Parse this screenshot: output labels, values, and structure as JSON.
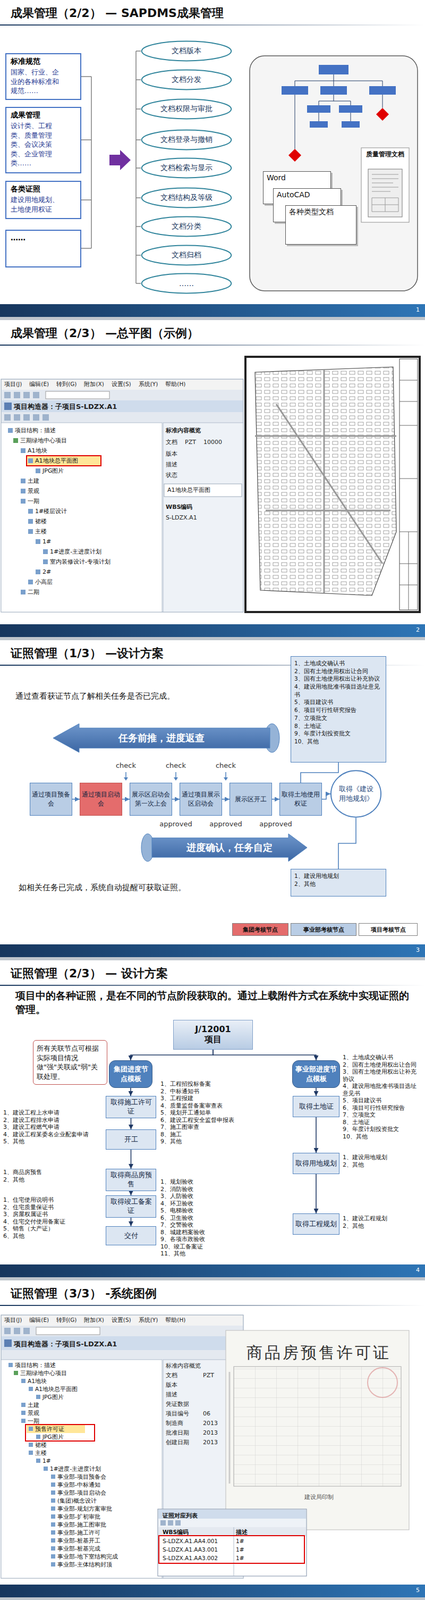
{
  "diagram": {
    "nodes": [
      {
        "text": [
          "标准规范",
          "国家、行业、企业的各种标准和规范……"
        ]
      },
      {
        "text": [
          "成果管理",
          "设计类、工程类、质量管理类、会议决策类、企业管理类……"
        ]
      },
      {
        "text": [
          "各类证照",
          "建设用地规划、土地使用权证"
        ]
      },
      {
        "text": [
          "……"
        ]
      },
      {
        "text": [
          "文档版本"
        ]
      },
      {
        "text": [
          "文档分发"
        ]
      },
      {
        "text": [
          "文档权限与审批"
        ]
      },
      {
        "text": [
          "文档登录与撤销"
        ]
      },
      {
        "text": [
          "文档检索与显示"
        ]
      },
      {
        "text": [
          "文档结构及等级"
        ]
      },
      {
        "text": [
          "文档分类"
        ]
      },
      {
        "text": [
          "文档归档"
        ]
      },
      {
        "text": [
          "……"
        ]
      },
      {
        "text": [
          "Word"
        ]
      },
      {
        "text": [
          "AutoCAD"
        ]
      },
      {
        "text": [
          "各种类型文档"
        ]
      },
      {
        "text": [
          "质量管理文档"
        ]
      },
      {
        "text": [
          "任务前推，进度返查"
        ]
      },
      {
        "text": [
          "1、土地成交确认书",
          "2、国有土地使用权出让合同",
          "3、国有土地使用权出让补充协议",
          "4、建设用地批准书项目选址意见书",
          "5、项目建议书",
          "6、项目可行性研究报告",
          "7、立项批文",
          "8、土地证",
          "9、年度计划投资批文",
          "10、其他"
        ]
      },
      {
        "text": [
          "通过项目预备会"
        ]
      },
      {
        "text": [
          "通过项目启动会"
        ]
      },
      {
        "text": [
          "展示区启动会第一次上会"
        ]
      },
      {
        "text": [
          "通过项目展示区启动会"
        ]
      },
      {
        "text": [
          "展示区开工"
        ]
      },
      {
        "text": [
          "取得土地使用权证"
        ]
      },
      {
        "text": [
          "取得《建设用地规划》"
        ]
      },
      {
        "text": [
          "进度确认，任务自定"
        ]
      },
      {
        "text": [
          "1、建设用地规划",
          "2、其他"
        ]
      },
      {
        "text": [
          "所有关联节点可根据实际项目情况做\"强\"关联或\"弱\"关联处理。"
        ]
      },
      {
        "text": [
          "J/12001 项目"
        ]
      },
      {
        "text": [
          "集团进度节点模板"
        ]
      },
      {
        "text": [
          "事业部进度节点模板"
        ]
      },
      {
        "text": [
          "取得施工许可证"
        ]
      },
      {
        "text": [
          "开工"
        ]
      },
      {
        "text": [
          "取得商品房预售"
        ]
      },
      {
        "text": [
          "取得竣工备案证"
        ]
      },
      {
        "text": [
          "交付"
        ]
      },
      {
        "text": [
          "取得土地证"
        ]
      },
      {
        "text": [
          "取得用地规划"
        ]
      },
      {
        "text": [
          "取得工程规划"
        ]
      }
    ],
    "edges": [
      {
        "from": 19,
        "to": 20,
        "arrow": "to"
      },
      {
        "from": 20,
        "to": 21,
        "arrow": "to"
      },
      {
        "from": 21,
        "to": 22,
        "arrow": "to"
      },
      {
        "from": 22,
        "to": 23,
        "arrow": "to"
      },
      {
        "from": 23,
        "to": 24,
        "arrow": "to"
      },
      {
        "from": 24,
        "to": 25,
        "arrow": "to"
      },
      {
        "from": 18,
        "to": 24,
        "arrow": "none"
      },
      {
        "from": 25,
        "to": 27,
        "arrow": "none"
      },
      {
        "from": 29,
        "to": 30,
        "arrow": "to"
      },
      {
        "from": 29,
        "to": 31,
        "arrow": "to"
      },
      {
        "from": 30,
        "to": 32,
        "arrow": "to"
      },
      {
        "from": 32,
        "to": 33,
        "arrow": "to"
      },
      {
        "from": 33,
        "to": 34,
        "arrow": "to"
      },
      {
        "from": 34,
        "to": 35,
        "arrow": "to"
      },
      {
        "from": 35,
        "to": 36,
        "arrow": "to"
      },
      {
        "from": 31,
        "to": 37,
        "arrow": "to"
      },
      {
        "from": 37,
        "to": 38,
        "arrow": "to"
      },
      {
        "from": 38,
        "to": 39,
        "arrow": "to"
      }
    ],
    "labels": [
      "成果管理（2/2） — SAPDMS成果管理",
      "1",
      "成果管理（2/3） —总平图（示例）",
      "项目(J)",
      "编辑(E)",
      "转到(G)",
      "附加(X)",
      "设置(S)",
      "系统(Y)",
      "帮助(H)",
      "项目构造器：子项目S-LDZX.A1",
      "项目结构：描述",
      "三期绿地中心项目",
      "A1地块",
      "A1地块总平面图",
      "JPG图片",
      "土建",
      "景观",
      "一期",
      "1#楼层设计",
      "裙楼",
      "主楼",
      "1#",
      "1#进度-主进度计划",
      "室内装修设计-专项计划",
      "2#",
      "小高层",
      "二期",
      "标准内容概览",
      "文档",
      "PZT",
      "10000",
      "版本",
      "描述",
      "状态",
      "A1地块总平面图",
      "WBS编码",
      "S-LDZX.A1",
      "2",
      "证照管理（1/3） —设计方案",
      "通过查看获证节点了解相关任务是否已完成。",
      "check",
      "check",
      "check",
      "approved",
      "approved",
      "approved",
      "如相关任务已完成，系统自动提醒可获取证照。",
      "3",
      "证照管理（2/3） — 设计方案",
      "项目中的各种证照，是在不同的节点阶段获取的。通过上载附件方式在系统中实现证照的管理。",
      "1、工程招投标备案",
      "2、中标通知书",
      "3、工程报建",
      "4、质量监督备案审查表",
      "5、规划开工通知单",
      "6、建设工程安全监督申报表",
      "7、施工图审查",
      "8、施工",
      "9、其他",
      "1、建设工程上水申请",
      "2、建设工程排水申请",
      "3、建设工程燃气申请",
      "4、建设工程某委名企业配套申请",
      "5、其他",
      "1、商品房预售",
      "2、其他",
      "1、规划验收",
      "2、消防验收",
      "3、人防验收",
      "4、环卫验收",
      "5、电梯验收",
      "6、卫生验收",
      "7、交警验收",
      "8、城建档案验收",
      "9、各项市政验收",
      "10、竣工备案证",
      "11、其他",
      "1、住宅使用说明书",
      "2、住宅质量保证书",
      "3、房屋权属证书",
      "4、住宅交付使用备案证",
      "5、销售（大产证）",
      "6、其他",
      "1、土地成交确认书",
      "2、国有土地使用权出让合同",
      "3、国有土地使用权出让补充协议",
      "4、建设用地批准书项目选址意见书",
      "5、项目建议书",
      "6、项目可行性研究报告",
      "7、立项批文",
      "8、土地证",
      "9、年度计划投资批文",
      "10、其他",
      "1、建设用地规划",
      "2、其他",
      "1、建设工程规划",
      "2、其他",
      "4",
      "证照管理（3/3） -系统图例",
      "项目(J)",
      "编辑(E)",
      "转到(G)",
      "附加(X)",
      "设置(S)",
      "系统(Y)",
      "帮助(H)",
      "项目构造器：子项目S-LDZX.A1",
      "项目结构：描述",
      "三期绿地中心项目",
      "A1地块",
      "A1地块总平面图",
      "JPG图片",
      "土建",
      "景观",
      "一期",
      "预售许可证",
      "JPG图片",
      "裙楼",
      "主楼",
      "1#",
      "1#进度-主进度计划",
      "事业部-项目预备会",
      "事业部-中标通知",
      "事业部-项目启动会",
      "(集团)概念设计",
      "事业部-规划方案审批",
      "事业部-扩初审批",
      "事业部-施工图审批",
      "事业部-施工许可",
      "事业部-桩基开工",
      "事业部-桩基完成",
      "事业部-地下室结构完成",
      "事业部-主体结构封顶",
      "标准内容概览",
      "文档",
      "版本",
      "描述",
      "凭证数据",
      "项目编号",
      "制造商",
      "批准日期",
      "创建日期",
      "PZT",
      "06",
      "2013",
      "2013",
      "2013",
      "商品房预售许可证",
      "建设局印制",
      "证照对应列表",
      "WBS编码",
      "描述",
      "S-LDZX.A1.AA4.001",
      "S-LDZX.A1.AA3.001",
      "S-LDZX.A1.AA3.002",
      "1#",
      "1#",
      "1#",
      "5"
    ],
    "legend": [
      {
        "text": "集团考核节点",
        "color": "#e46c6c"
      },
      {
        "text": "事业部考核节点",
        "color": "#b9cde5"
      },
      {
        "text": "项目考核节点",
        "color": "#ffffff"
      }
    ]
  }
}
